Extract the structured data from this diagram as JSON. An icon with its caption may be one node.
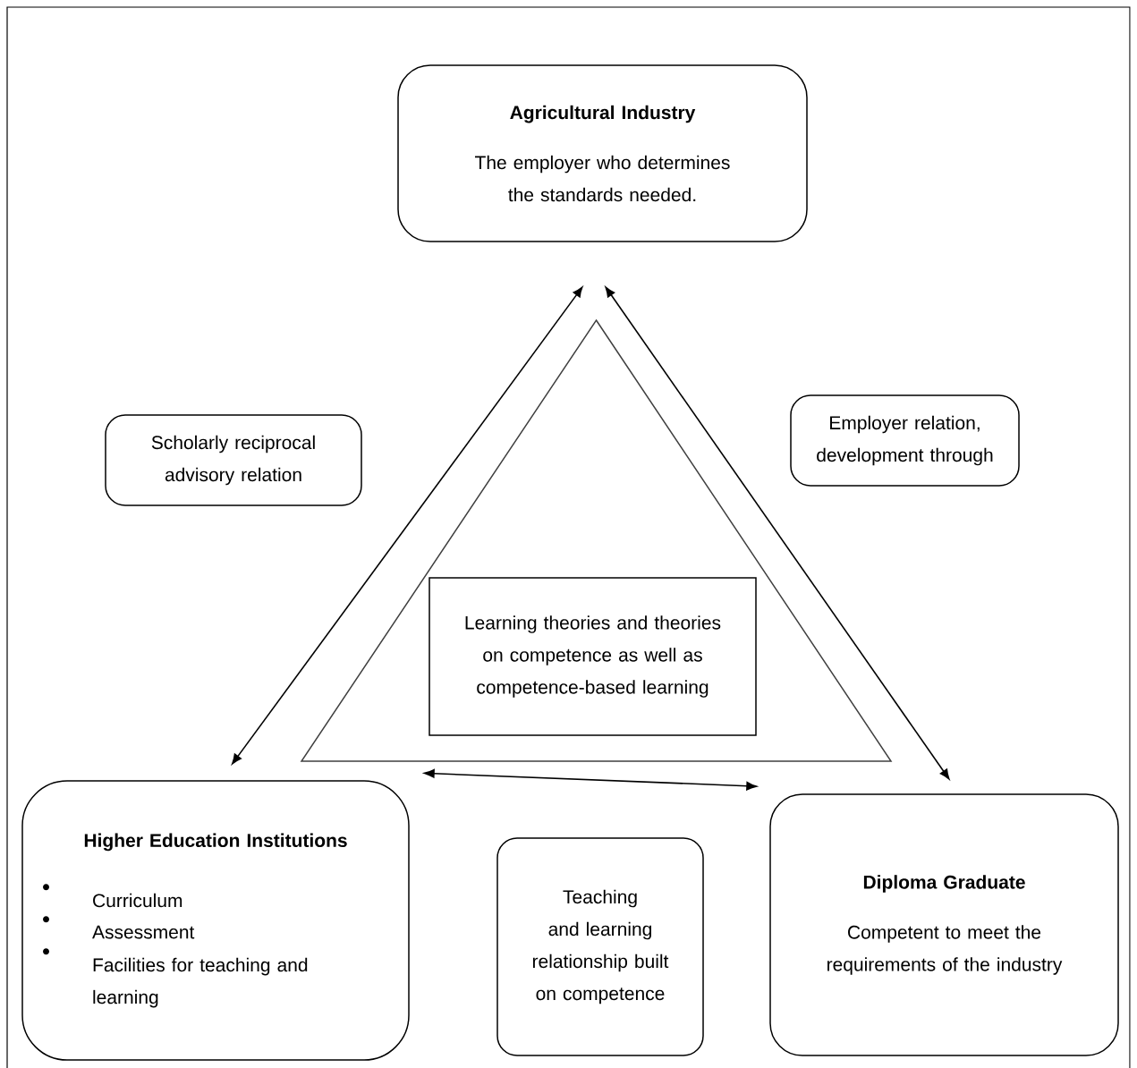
{
  "diagram": {
    "nodes": [
      {
        "text": [
          "Agricultural Industry",
          "The employer who determines the standards needed."
        ]
      },
      {
        "text": [
          "Scholarly reciprocal advisory relation"
        ]
      },
      {
        "text": [
          "Employer relation, development through"
        ]
      },
      {
        "text": [],
        "shape": "triangle"
      },
      {
        "text": [
          "Learning theories and theories on competence as well as competence-based learning"
        ],
        "in": 3
      },
      {
        "text": [
          "Higher Education Institutions",
          "Curriculum",
          "Assessment",
          "Facilities for teaching and learning"
        ]
      },
      {
        "text": [
          "Teaching and learning relationship built on competence"
        ]
      },
      {
        "text": [
          "Diploma Graduate",
          "Competent to meet the requirements of the industry"
        ]
      }
    ],
    "edges": [
      {
        "from": 5,
        "to": 0,
        "arrow": "both"
      },
      {
        "from": 0,
        "to": 7,
        "arrow": "both"
      },
      {
        "from": 5,
        "to": 7,
        "arrow": "both"
      }
    ]
  }
}
